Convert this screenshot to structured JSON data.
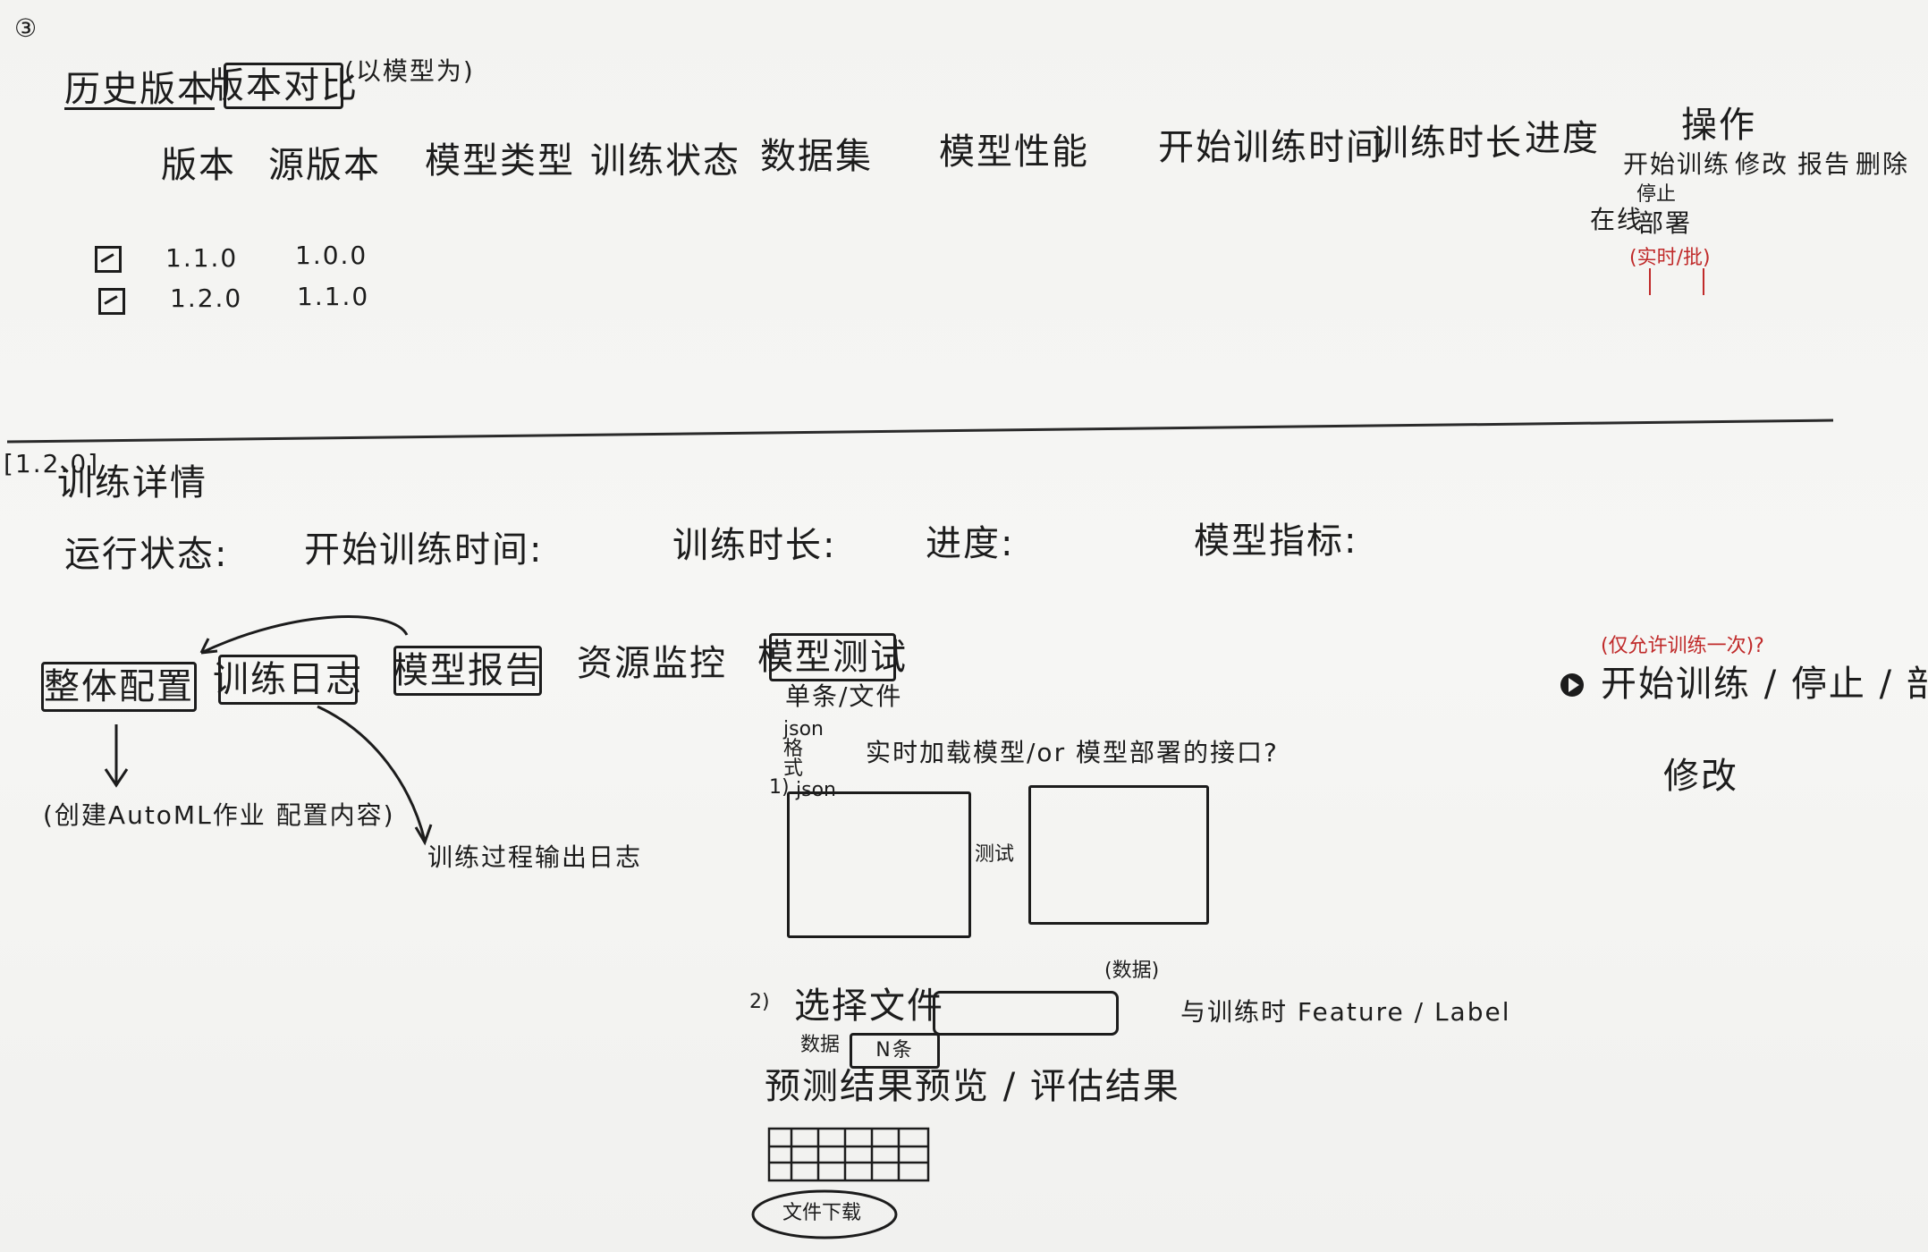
{
  "page_number": "③",
  "history": {
    "title": "历史版本",
    "compare_button": "版本对比",
    "compare_note": "(以模型为)"
  },
  "version_table": {
    "columns": [
      "版本",
      "源版本",
      "模型类型",
      "训练状态",
      "数据集",
      "模型性能",
      "开始训练时间",
      "训练时长",
      "进度",
      "操作"
    ],
    "rows": [
      {
        "version": "1.1.0",
        "source": "1.0.0"
      },
      {
        "version": "1.2.0",
        "source": "1.1.0"
      }
    ],
    "actions": [
      "开始训练",
      "修改",
      "报告",
      "删除"
    ],
    "actions_sub": [
      "停止",
      "部署",
      "(实时/批)"
    ],
    "actions_deploy_label": "在线"
  },
  "detail": {
    "version_tag": "[1.2.0]",
    "title": "训练详情",
    "fields": [
      "运行状态:",
      "开始训练时间:",
      "训练时长:",
      "进度:",
      "模型指标:"
    ],
    "tabs": [
      "整体配置",
      "训练日志",
      "模型报告",
      "资源监控",
      "模型测试"
    ],
    "copy_arrow_note": "(创建AutoML作业 配置内容)",
    "log_note": "训练过程输出日志",
    "test_subtitle": "单条/文件",
    "test_json_label": "json 格式",
    "test_item1_label": "1)",
    "test_item1_note": "实时加载模型/or 模型部署的接口?",
    "json_label": "json",
    "test_button_label": "测试",
    "test_item2_label": "2)",
    "select_file_label": "选择文件",
    "file_hint": "(数据)",
    "file_note": "与训练时 Feature / Label",
    "data_label": "数据",
    "n_rows_label": "N条",
    "preview_label": "预测结果预览 / 评估结果",
    "download_button": "文件下载",
    "right_action_note": "(仅允许训练一次)?",
    "right_actions": "开始训练 / 停止 / 部署",
    "right_deploy": "修改"
  }
}
